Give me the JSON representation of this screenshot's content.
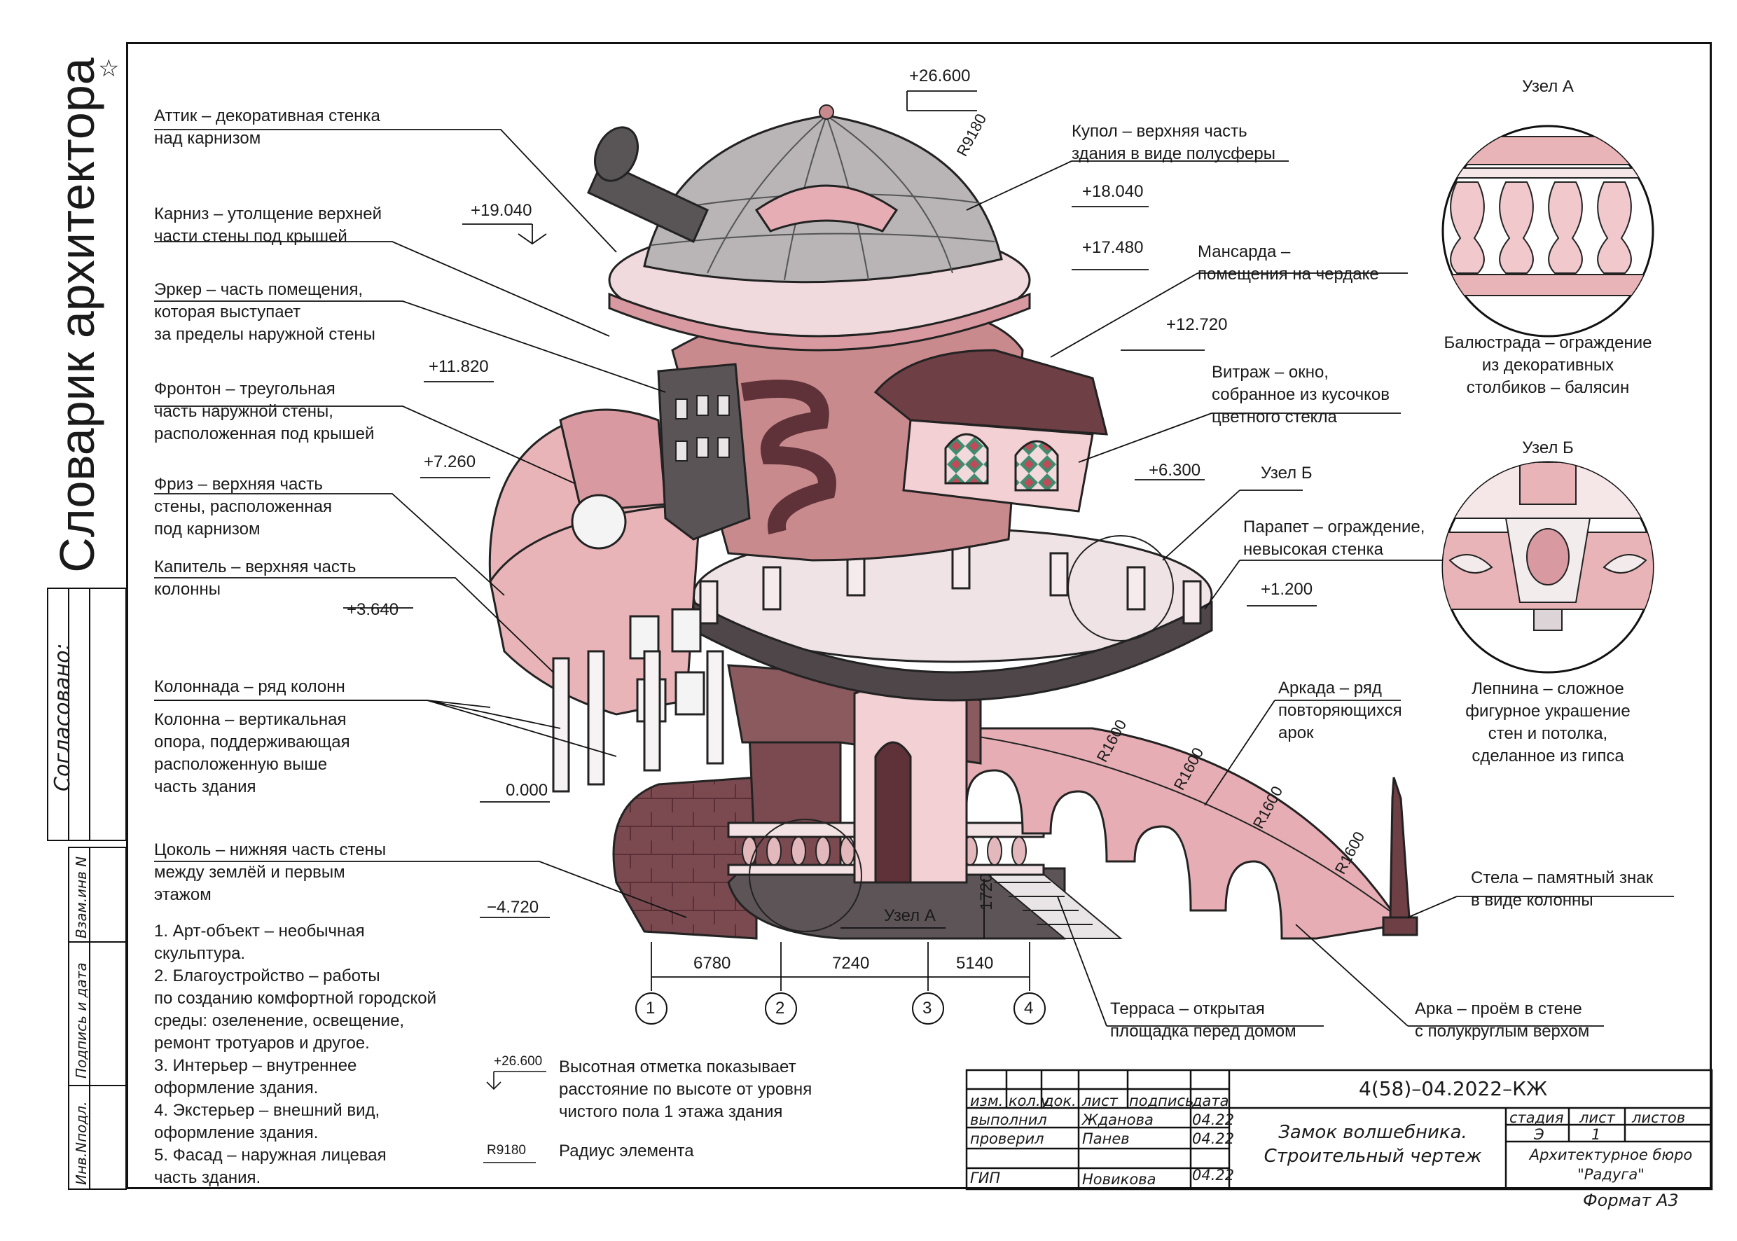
{
  "title": "Словарик архитектора",
  "side_stamp": {
    "agreed": "Согласовано:",
    "vzam": "Взам.инв N",
    "podpis": "Подпись и дата",
    "inv": "Инв.Nподл."
  },
  "terms_left": [
    "Аттик – декоративная стенка\nнад карнизом",
    "Карниз – утолщение верхней\nчасти стены под крышей",
    "Эркер – часть помещения,\nкоторая выступает\nза пределы наружной стены",
    "Фронтон – треугольная\nчасть наружной стены,\nрасположенная под крышей",
    "Фриз – верхняя часть\nстены, расположенная\nпод карнизом",
    "Капитель – верхняя часть\nколонны",
    "Колоннада – ряд колонн",
    "Колонна – вертикальная\nопора, поддерживающая\nрасположенную выше\nчасть здания",
    "Цоколь – нижняя часть стены\nмежду землёй и первым\nэтажом"
  ],
  "terms_right": [
    "Купол – верхняя часть\nздания в виде полусферы",
    "Мансарда –\nпомещения на чердаке",
    "Витраж – окно,\nсобранное из кусочков\nцветного стекла",
    "Узел Б",
    "Парапет – ограждение,\nневысокая стенка",
    "Аркада – ряд\nповторяющихся\nарок",
    "Стела – памятный знак\nв виде колонны",
    "Терраса – открытая\nплощадка перед домом",
    "Арка – проём в стене\nс полукруглым верхом",
    "Узел А"
  ],
  "nodes": {
    "a_title": "Узел А",
    "a_caption": "Балюстрада – ограждение\nиз декоративных\nстолбиков – балясин",
    "b_title": "Узел Б",
    "b_caption": "Лепнина – сложное\nфигурное украшение\nстен и потолка,\nсделанное из гипса"
  },
  "numbered_notes": "1. Арт-объект – необычная\nскульптура.\n2. Благоустройство – работы\nпо созданию комфортной городской\nсреды: озеленение, освещение,\nремонт тротуаров и другое.\n3. Интерьер – внутреннее\nоформление здания.\n4. Экстерьер – внешний вид,\nоформление здания.\n5. Фасад – наружная лицевая\nчасть здания.",
  "legend": {
    "elev_sample": "+26.600",
    "elev_text": "Высотная отметка показывает\nрасстояние по высоте от уровня\nчистого пола 1 этажа здания",
    "radius_sample": "R9180",
    "radius_text": "Радиус элемента"
  },
  "elevations": [
    "+26.600",
    "+19.040",
    "+18.040",
    "+17.480",
    "+12.720",
    "+11.820",
    "+7.260",
    "+6.300",
    "+3.640",
    "+1.200",
    "0.000",
    "−4.720"
  ],
  "radii": [
    "R9180",
    "R1600",
    "R1600",
    "R1600",
    "R1600"
  ],
  "dimensions": {
    "widths": [
      "6780",
      "7240",
      "5140"
    ],
    "height": "1720"
  },
  "axes": [
    "1",
    "2",
    "3",
    "4"
  ],
  "stamp": {
    "code": "4(58)–04.2022–КЖ",
    "headers": [
      "изм.",
      "кол.у",
      "док.",
      "лист",
      "подпись",
      "дата"
    ],
    "rows": [
      {
        "role": "выполнил",
        "name": "Жданова",
        "date": "04.22"
      },
      {
        "role": "проверил",
        "name": "Панев",
        "date": "04.22"
      },
      {
        "role": "ГИП",
        "name": "Новикова",
        "date": "04.22"
      }
    ],
    "project": "Замок волшебника.\nСтроительный чертеж",
    "stage_headers": [
      "стадия",
      "лист",
      "листов"
    ],
    "stage_values": [
      "Э",
      "1",
      ""
    ],
    "org": "Архитектурное бюро\n\"Радуга\"",
    "format": "Формат А3"
  },
  "colors": {
    "pink": "#e8b4b8",
    "rose": "#c98a8e",
    "maroon": "#6e3f44",
    "dark": "#4a4446",
    "glass": "#b9b4b6"
  }
}
